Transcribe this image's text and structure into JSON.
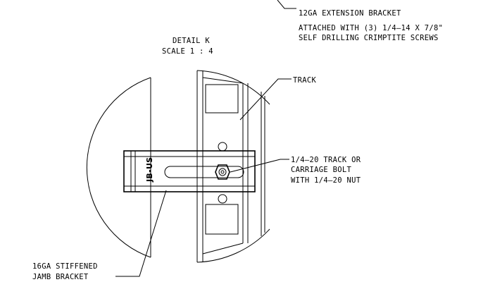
{
  "detail": {
    "title": "DETAIL K",
    "scale": "SCALE 1 : 4"
  },
  "callouts": {
    "extension_bracket": {
      "line1": "12GA EXTENSION BRACKET",
      "line2": "ATTACHED WITH (3) 1/4–14 X 7/8\"",
      "line3": "SELF DRILLING CRIMPTITE SCREWS"
    },
    "track": {
      "line1": "TRACK"
    },
    "bolt": {
      "line1": "1/4–20 TRACK OR",
      "line2": "CARRIAGE BOLT",
      "line3": "WITH 1/4–20 NUT"
    },
    "jamb_bracket": {
      "line1": "16GA STIFFENED",
      "line2": "JAMB BRACKET"
    }
  },
  "bracket_logo": "JB-US",
  "colors": {
    "ink": "#000000",
    "paper": "#ffffff"
  }
}
